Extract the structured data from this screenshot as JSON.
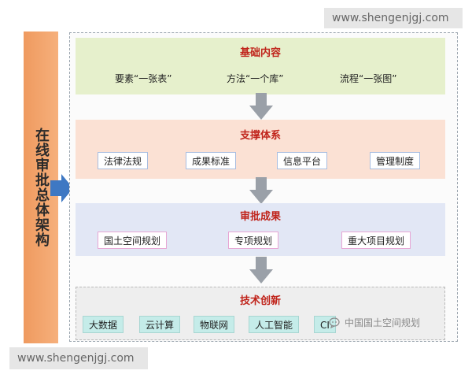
{
  "watermarks": {
    "top": "www.shengenjgj.com",
    "bottom": "www.shengenjgj.com"
  },
  "side": {
    "title": "在线审批总体架构"
  },
  "layers": [
    {
      "title": "基础内容",
      "items": [
        "要素“一张表”",
        "方法“一个库”",
        "流程“一张图”"
      ]
    },
    {
      "title": "支撑体系",
      "items": [
        "法律法规",
        "成果标准",
        "信息平台",
        "管理制度"
      ]
    },
    {
      "title": "审批成果",
      "items": [
        "国土空间规划",
        "专项规划",
        "重大项目规划"
      ]
    },
    {
      "title": "技术创新",
      "items": [
        "大数据",
        "云计算",
        "物联网",
        "人工智能",
        "CI"
      ]
    }
  ],
  "brand": {
    "text": "中国国土空间规划",
    "icon": "chat-bubble-icon"
  },
  "colors": {
    "title_red": "#c0241b",
    "layer1_bg": "#e6f0cc",
    "layer2_bg": "#fbe1d4",
    "layer3_bg": "#e2e7f5",
    "layer4_bg": "#eeeeee",
    "side_bar": "#f2a56f",
    "arrow_blue": "#3e78c3",
    "arrow_gray": "#9aa0a8"
  }
}
